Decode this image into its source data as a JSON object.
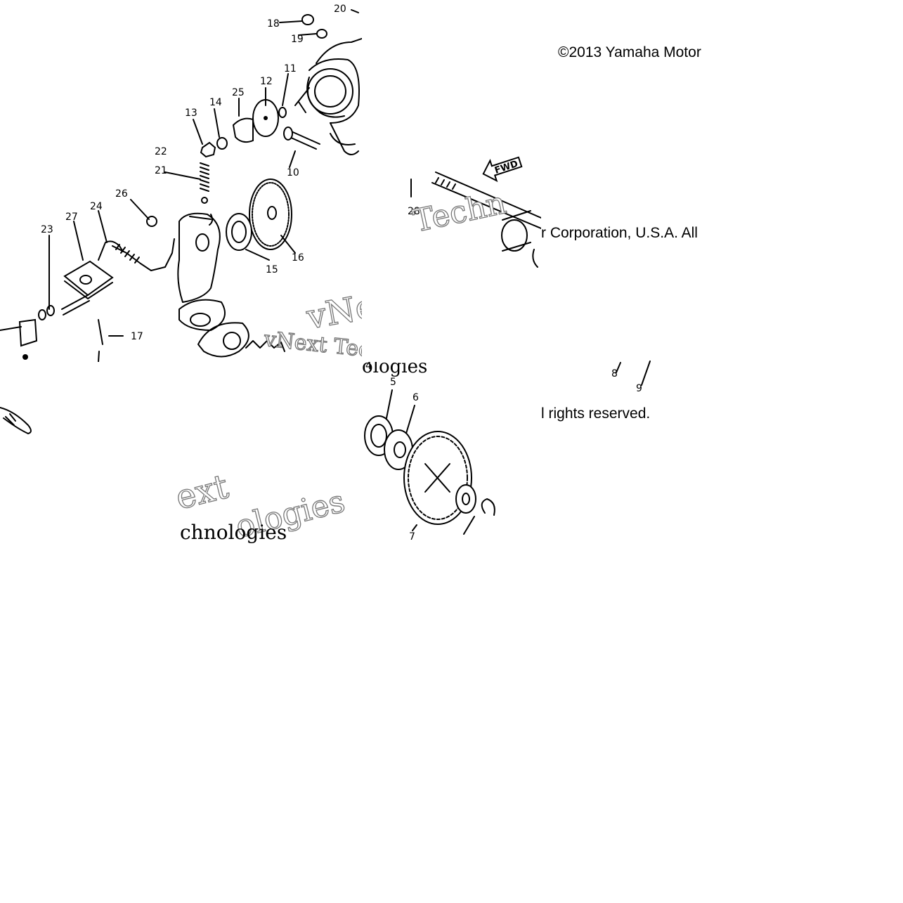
{
  "copyright": {
    "line1": "©2013 Yamaha Motor",
    "line2": "r Corporation, U.S.A. All",
    "line3": "l rights reserved."
  },
  "fwd_label": "FWD",
  "watermark": {
    "w1": "Techn",
    "w2": "vNe",
    "w3": "vNext Tec",
    "w4": "ologies",
    "w5": "ext",
    "w6": "ologies",
    "w7": "chnologies"
  },
  "callouts": {
    "c4": "4",
    "c5": "5",
    "c6": "6",
    "c7": "7",
    "c8": "8",
    "c9": "9",
    "c10": "10",
    "c11": "11",
    "c12": "12",
    "c13": "13",
    "c14": "14",
    "c15": "15",
    "c16": "16",
    "c17": "17",
    "c18": "18",
    "c19": "19",
    "c20": "20",
    "c21": "21",
    "c22": "22",
    "c23": "23",
    "c24": "24",
    "c25": "25",
    "c26": "26",
    "c27": "27",
    "c28": "28"
  }
}
